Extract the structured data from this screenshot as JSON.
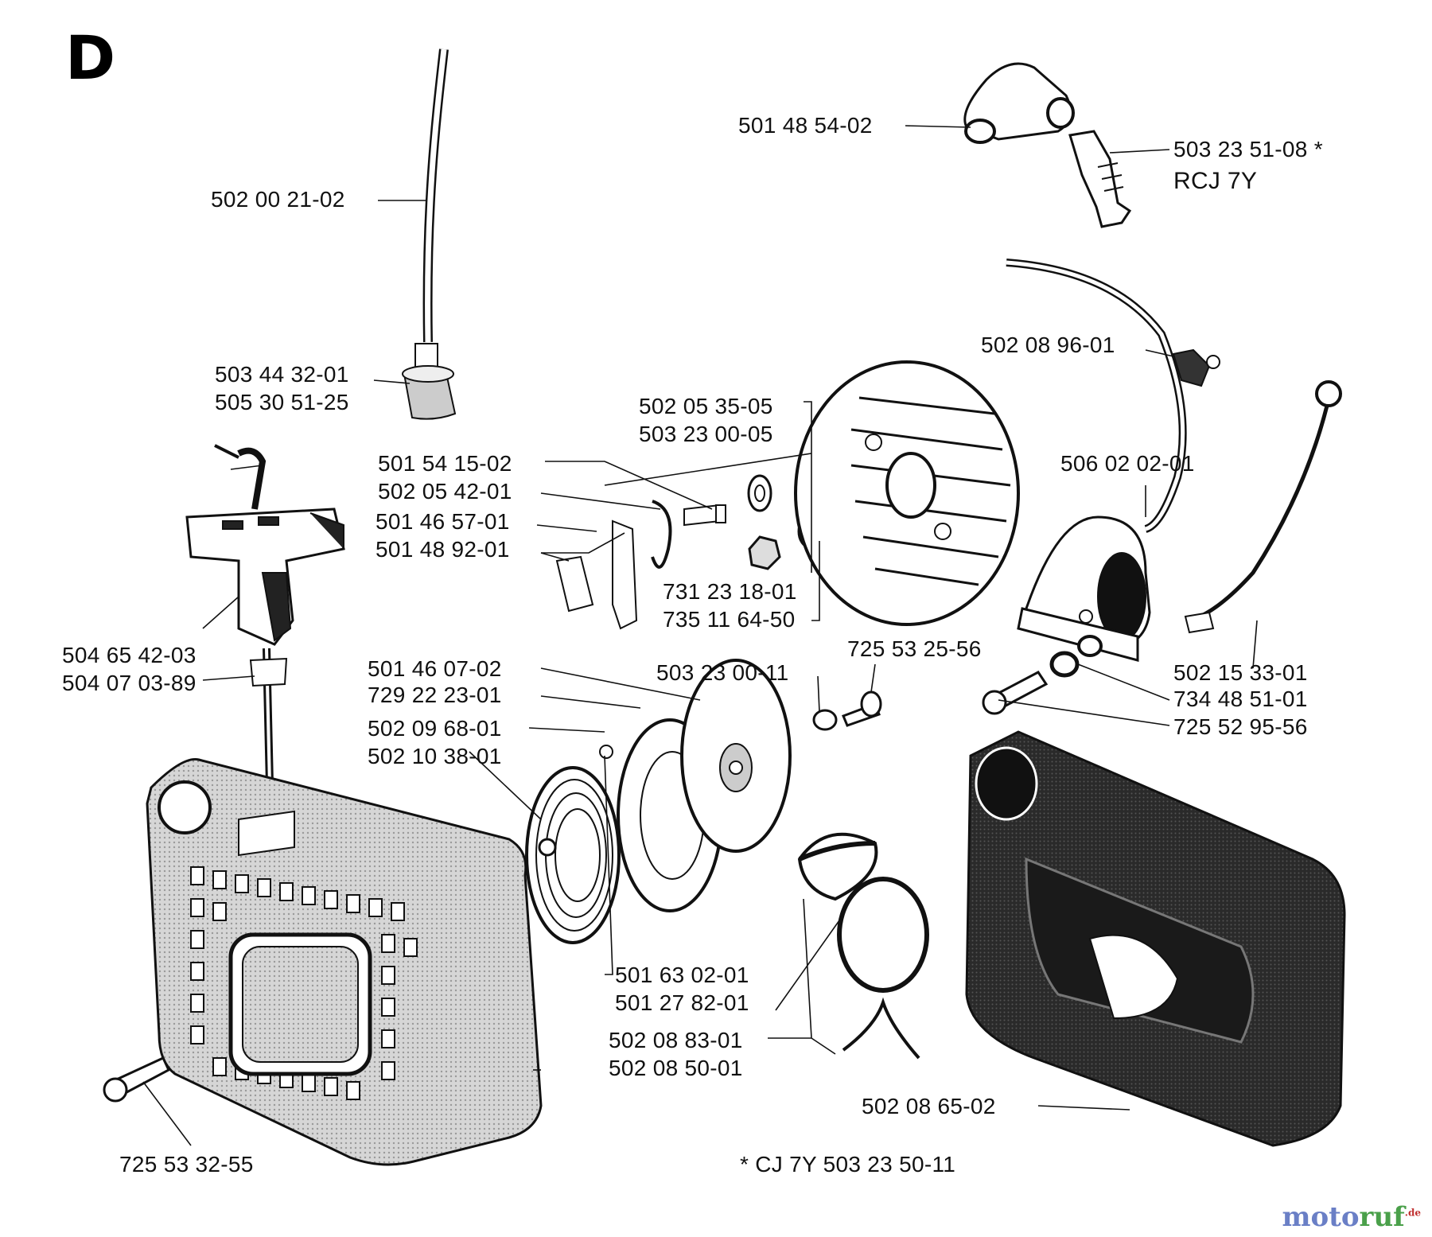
{
  "section": "D",
  "labels": {
    "l01": "502 00 21-02",
    "l02": "503 44 32-01",
    "l03": "505 30 51-25",
    "l04": "504 65 42-03",
    "l05": "504 07 03-89",
    "l06": "725 53 32-55",
    "l07": "501 54 15-02",
    "l08": "502 05 42-01",
    "l09": "501 46 57-01",
    "l10": "501 48 92-01",
    "l11": "502 05 35-05",
    "l12": "503 23 00-05",
    "l13": "731 23 18-01",
    "l14": "735 11 64-50",
    "l15": "501 46 07-02",
    "l16": "729 22 23-01",
    "l17": "502 09 68-01",
    "l18": "502 10 38-01",
    "l19": "503 23 00-11",
    "l20": "725 53 25-56",
    "l21": "501 63 02-01",
    "l22": "501 27 82-01",
    "l23": "502 08 83-01",
    "l24": "502 08 50-01",
    "l25": "502 08 65-02",
    "l26": "501 48 54-02",
    "l27": "503 23 51-08 *",
    "l28": "RCJ 7Y",
    "l29": "502 08 96-01",
    "l30": "506 02 02-01",
    "l31": "502 15 33-01",
    "l32": "734 48 51-01",
    "l33": "725 52 95-56",
    "l34": "* CJ 7Y  503 23 50-11"
  },
  "watermark": {
    "a": "moto",
    "b": "ruf",
    "c": ".de"
  }
}
